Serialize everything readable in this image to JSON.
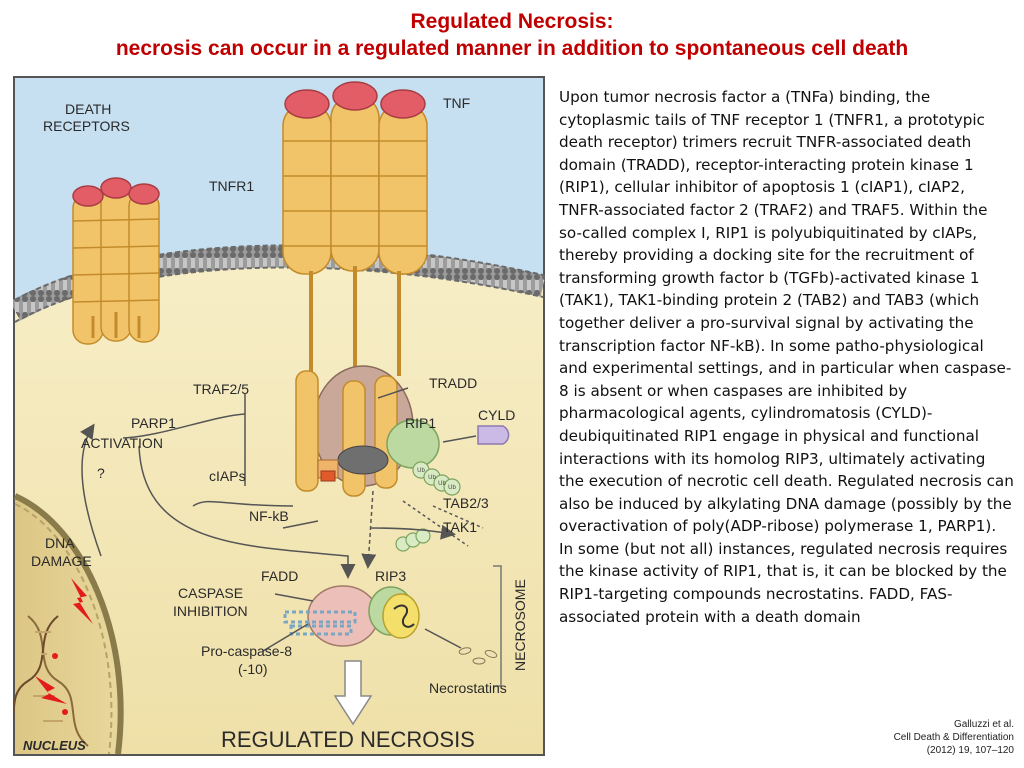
{
  "title": {
    "line1": "Regulated Necrosis:",
    "line2": "necrosis can occur in a regulated manner in addition to spontaneous cell death"
  },
  "figure": {
    "labels": {
      "death_receptors_1": "DEATH",
      "death_receptors_2": "RECEPTORS",
      "tnf": "TNF",
      "tnfr1": "TNFR1",
      "traf25": "TRAF2/5",
      "tradd": "TRADD",
      "cyld": "CYLD",
      "rip1": "RIP1",
      "parp1_1": "PARP1",
      "parp1_2": "ACTIVATION",
      "question": "?",
      "ciaps": "cIAPs",
      "tab23": "TAB2/3",
      "nfkb": "NF-kB",
      "tak1": "TAK1",
      "dna_1": "DNA",
      "dna_2": "DAMAGE",
      "fadd": "FADD",
      "rip3": "RIP3",
      "caspase_1": "CASPASE",
      "caspase_2": "INHIBITION",
      "procaspase_1": "Pro-caspase-8",
      "procaspase_2": "(-10)",
      "necrostatins": "Necrostatins",
      "necrosome": "NECROSOME",
      "regulated_necrosis": "REGULATED NECROSIS",
      "nucleus": "NUCLEUS",
      "ub": "Ub"
    }
  },
  "body_text": "Upon tumor necrosis factor a (TNFa) binding, the cytoplasmic tails of TNF receptor 1 (TNFR1, a prototypic death receptor) trimers recruit TNFR-associated death domain (TRADD), receptor-interacting protein kinase 1 (RIP1), cellular inhibitor of apoptosis 1 (cIAP1), cIAP2, TNFR-associated factor 2 (TRAF2) and TRAF5. Within the so-called complex I, RIP1 is polyubiquitinated by cIAPs, thereby providing a docking site for the recruitment of transforming growth factor b (TGFb)-activated kinase 1 (TAK1), TAK1-binding protein 2 (TAB2) and TAB3 (which together deliver a pro-survival signal by activating the transcription factor NF-kB). In some patho-physiological and experimental settings, and in particular when caspase-8 is absent or when caspases are inhibited by pharmacological agents, cylindromatosis (CYLD)-deubiquitinated RIP1 engage in physical and functional interactions with its homolog RIP3, ultimately activating the execution of necrotic cell death. Regulated necrosis can also be induced by alkylating DNA damage (possibly by the overactivation of poly(ADP-ribose) polymerase 1, PARP1). In some (but not all) instances, regulated necrosis requires the kinase activity of RIP1, that is, it can be blocked by the RIP1-targeting compounds necrostatins. FADD, FAS-associated protein with a death domain",
  "citation": {
    "line1": "Galluzzi et al.",
    "line2": "Cell Death & Differentiation",
    "line3": "(2012) 19, 107–120"
  },
  "colors": {
    "title": "#c00000",
    "cell_interior": "#f4e9bf",
    "extracellular": "#c4dff0",
    "receptor": "#f2c46a",
    "tnf_cap": "#e35d67",
    "rip1": "#bcd9a2",
    "cyld": "#cbb9e6"
  }
}
